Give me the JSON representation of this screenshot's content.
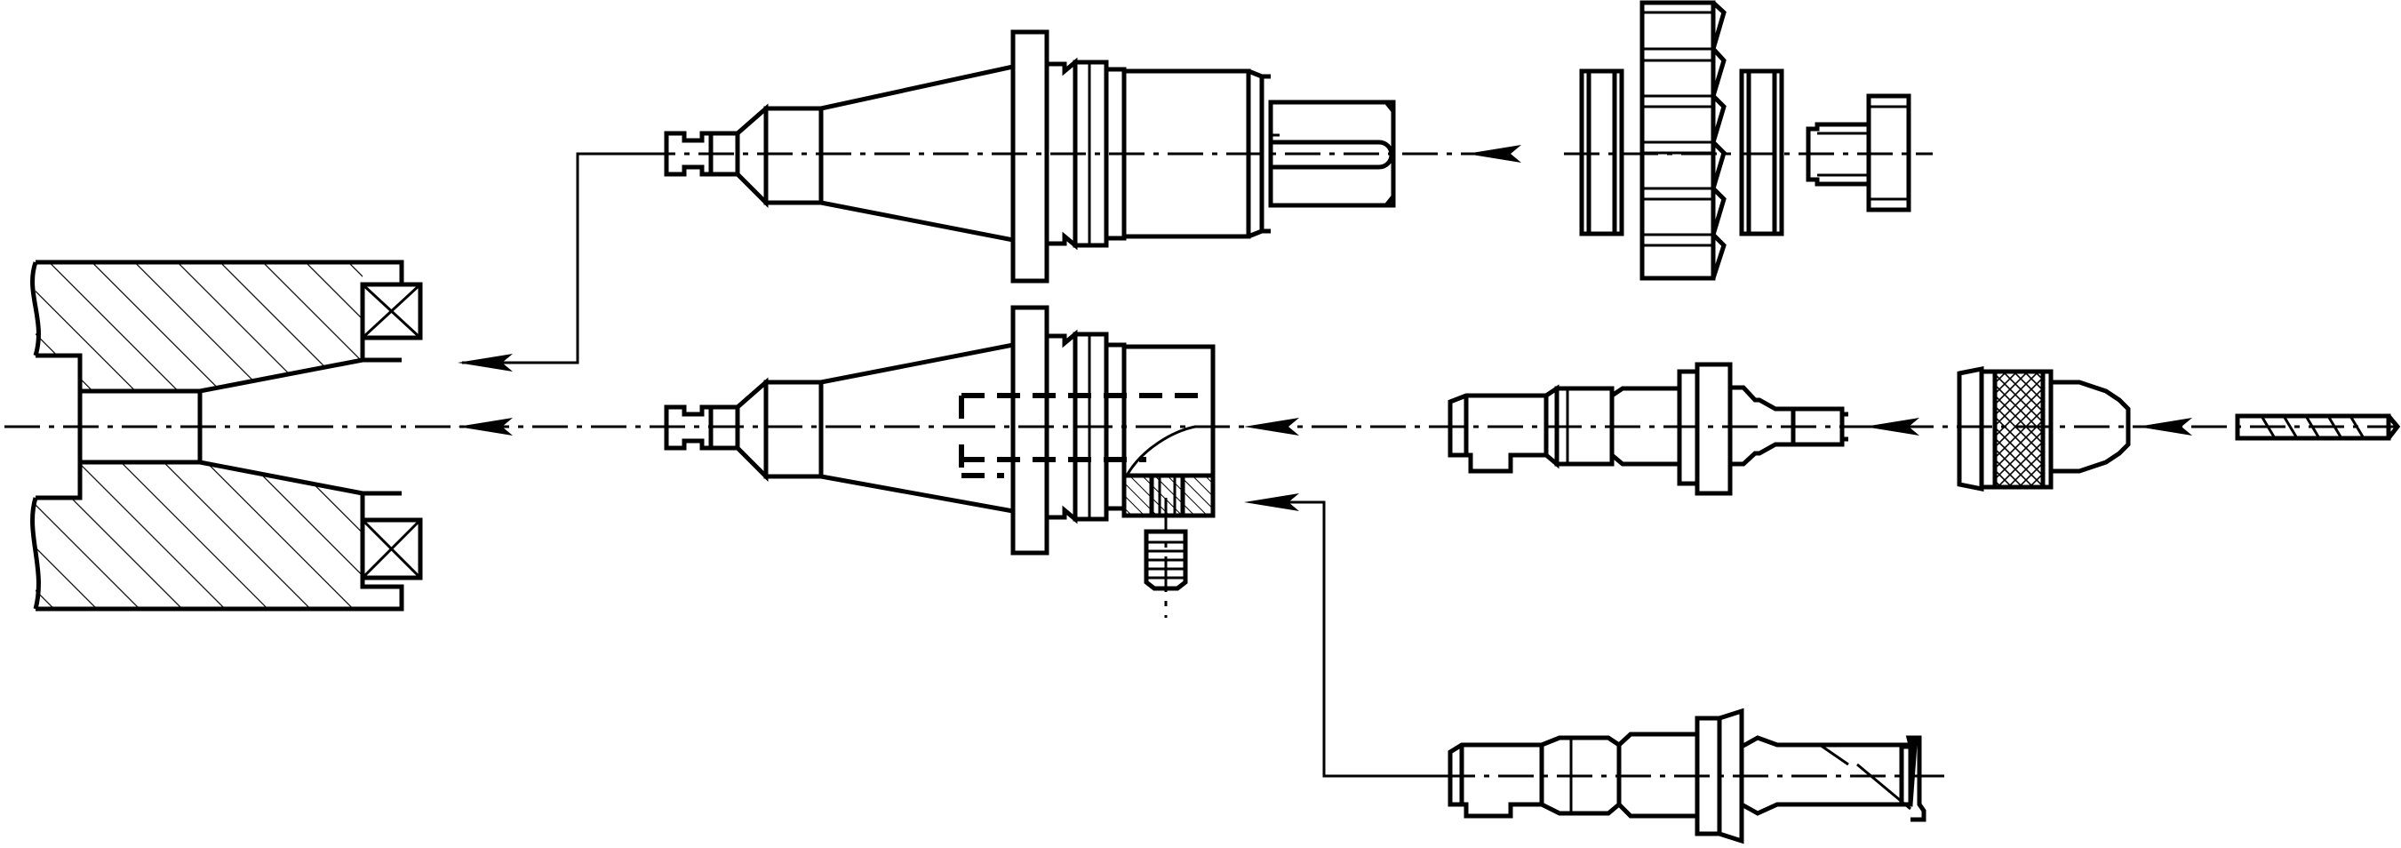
{
  "diagram": {
    "type": "technical-drawing",
    "line_color": "#000000",
    "background": "#ffffff",
    "components": [
      {
        "name": "machine-spindle-section"
      },
      {
        "name": "taper-shank-adapter-top"
      },
      {
        "name": "shell-mill-gear-cutter-stack"
      },
      {
        "name": "taper-shank-adapter-middle"
      },
      {
        "name": "collet-holder-middle"
      },
      {
        "name": "chuck-knurled"
      },
      {
        "name": "drill-bit"
      },
      {
        "name": "collet-holder-bottom"
      }
    ],
    "flow_arrows": 7
  }
}
